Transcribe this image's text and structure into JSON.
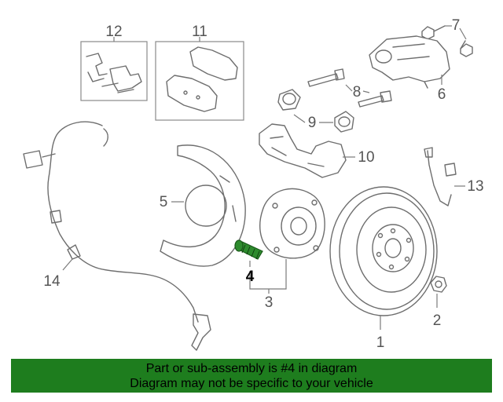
{
  "callouts": {
    "c1": "1",
    "c2": "2",
    "c3": "3",
    "c4": "4",
    "c5": "5",
    "c6": "6",
    "c7": "7",
    "c8": "8",
    "c9": "9",
    "c10": "10",
    "c11": "11",
    "c12": "12",
    "c13": "13",
    "c14": "14"
  },
  "highlighted_part": "4",
  "colors": {
    "highlight": "#2e8b2e",
    "banner": "#1e7d1e",
    "linework": "#6e6e6e"
  },
  "banner": {
    "line1": "Part or sub-assembly is #4 in diagram",
    "line2": "Diagram may not be specific to your vehicle"
  }
}
